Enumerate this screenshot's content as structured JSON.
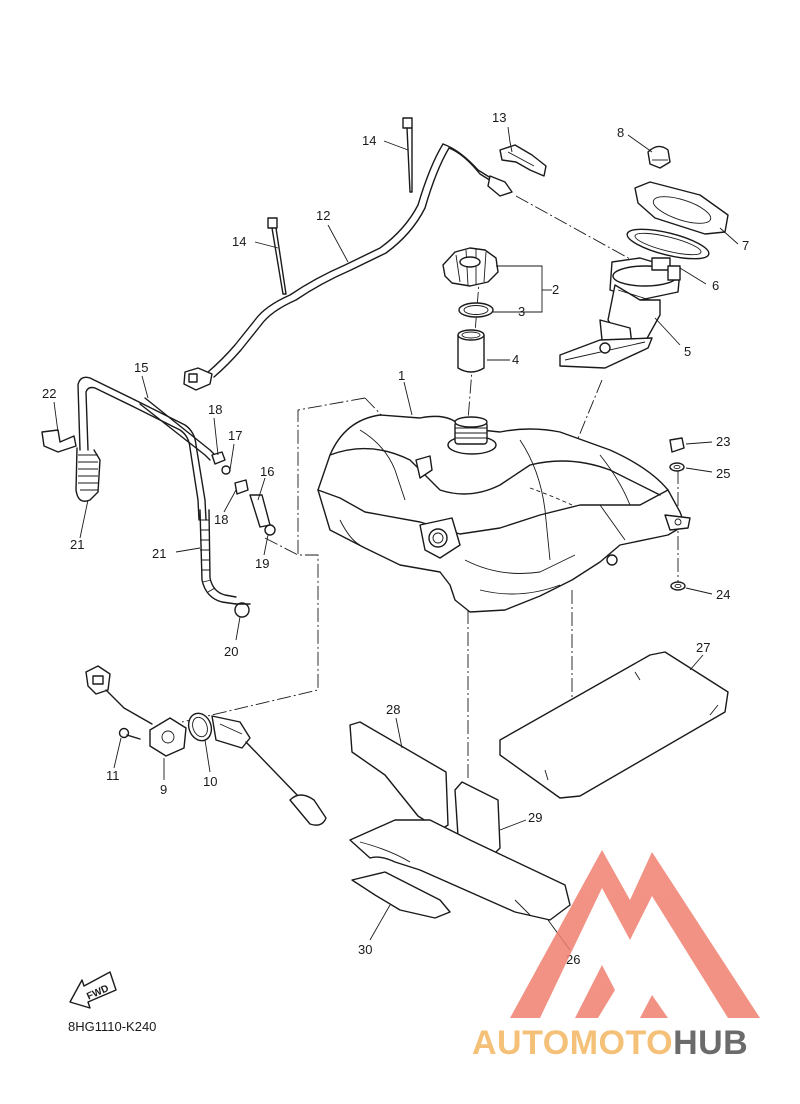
{
  "diagram": {
    "code": "8HG1110-K240",
    "fwd_label": "FWD",
    "callouts": [
      "1",
      "2",
      "3",
      "4",
      "5",
      "6",
      "7",
      "8",
      "9",
      "10",
      "11",
      "12",
      "13",
      "14",
      "14",
      "15",
      "16",
      "17",
      "18",
      "18",
      "19",
      "20",
      "21",
      "21",
      "22",
      "23",
      "24",
      "25",
      "26",
      "27",
      "28",
      "29",
      "30"
    ]
  },
  "watermark": {
    "part1": "AUTOMOTO",
    "part2": "HUB",
    "colors": {
      "logo": "#f08070",
      "part1": "#f5c078",
      "part2": "#6b6b6b"
    }
  }
}
